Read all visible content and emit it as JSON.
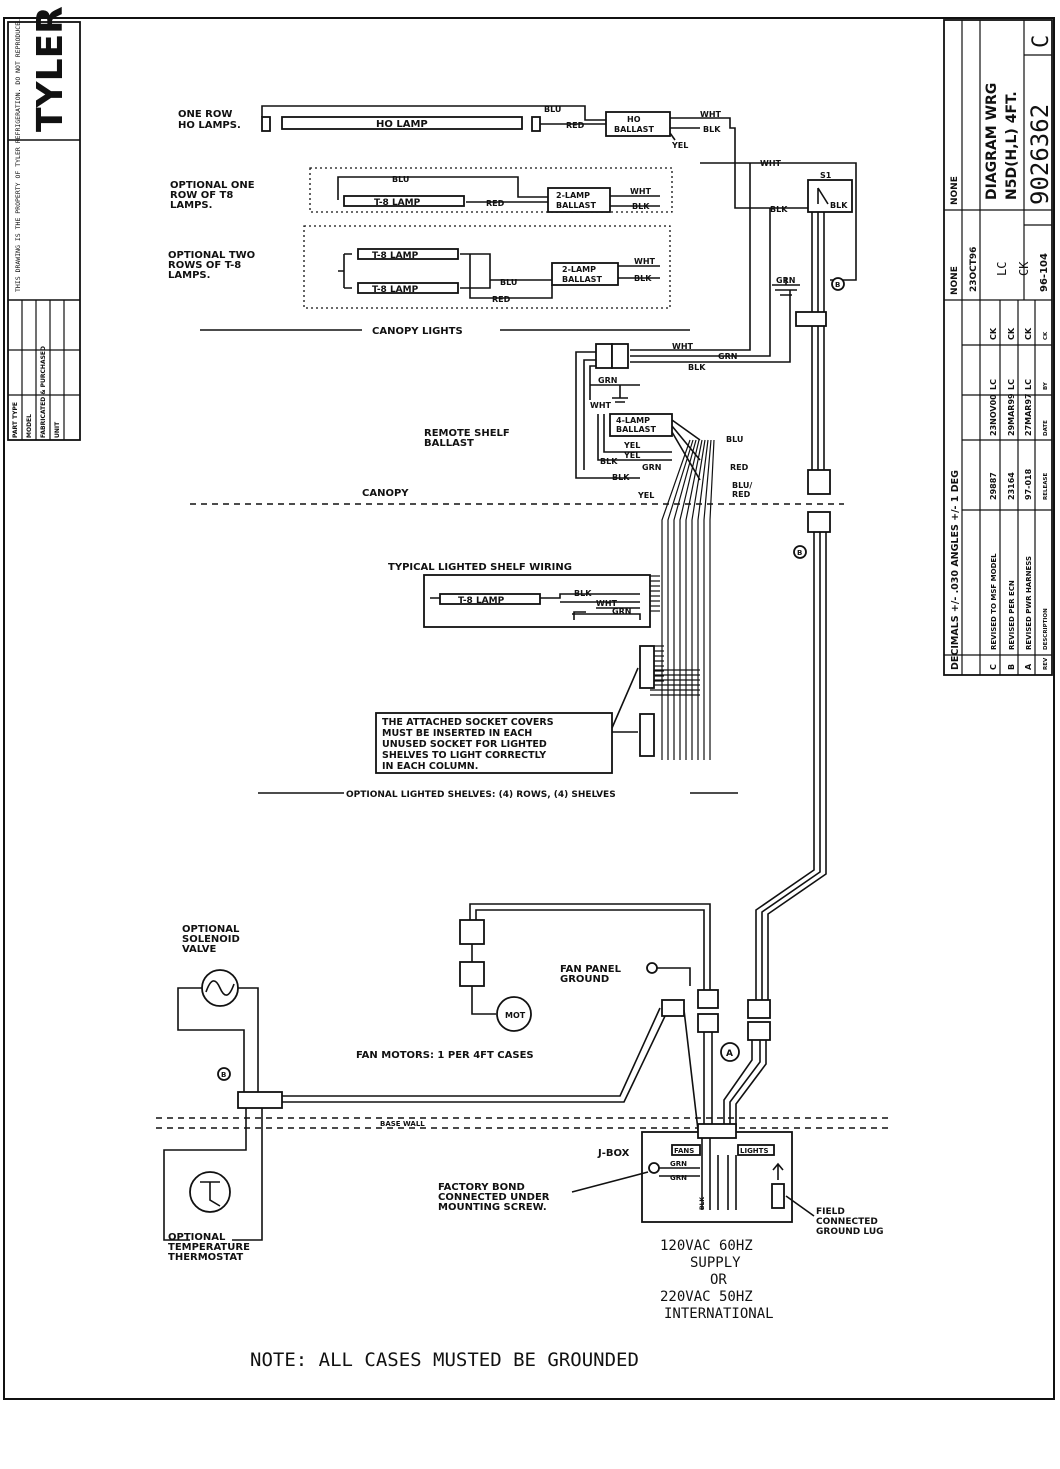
{
  "logo": "TYLER",
  "spec_block": {
    "note": "THIS DRAWING IS THE PROPERTY OF TYLER REFRIGERATION. DO NOT REPRODUCE.",
    "rows": [
      "PART TYPE",
      "MODEL",
      "FABRICATED & PURCHASED",
      "UNIT"
    ]
  },
  "title_block": {
    "title_line1": "DIAGRAM WRG",
    "title_line2": "N5D(H,L) 4FT.",
    "drawing_number": "9026362",
    "revision": "C",
    "scale": "NONE",
    "material": "NONE",
    "date": "23OCT96",
    "drawn_by": "LC",
    "checked_by": "CK",
    "sheet": "96-104",
    "tolerance": "DECIMALS +/- .030   ANGLES +/- 1 DEG",
    "revisions": [
      {
        "rev": "C",
        "desc": "REVISED TO MSF MODEL",
        "ecn": "29887",
        "date": "23NOV00",
        "by": "LC",
        "ck": "CK"
      },
      {
        "rev": "B",
        "desc": "REVISED PER ECN",
        "ecn": "23164",
        "date": "29MAR99",
        "by": "LC",
        "ck": "CK"
      },
      {
        "rev": "A",
        "desc": "REVISED PWR HARNESS",
        "ecn": "97-018",
        "date": "27MAR97",
        "by": "LC",
        "ck": "CK"
      }
    ],
    "rev_headers": [
      "REV",
      "DESCRIPTION",
      "RELEASE",
      "DATE",
      "BY",
      "CK"
    ]
  },
  "canopy_section": {
    "one_row_label": "ONE ROW\nHO LAMPS.",
    "ho_lamp": "HO LAMP",
    "ho_ballast": "HO\nBALLAST",
    "opt_one_row_label": "OPTIONAL ONE\nROW OF T8\nLAMPS.",
    "opt_two_rows_label": "OPTIONAL TWO\nROWS OF T-8\nLAMPS.",
    "t8_lamp": "T-8 LAMP",
    "ballast_2lamp": "2-LAMP\nBALLAST",
    "switch": "S1",
    "caption": "CANOPY LIGHTS"
  },
  "shelf_section": {
    "remote_label": "REMOTE SHELF\nBALLAST",
    "ballast_4lamp": "4-LAMP\nBALLAST",
    "canopy_line": "CANOPY",
    "typical_label": "TYPICAL LIGHTED SHELF WIRING",
    "note": "THE ATTACHED SOCKET COVERS\nMUST BE INSERTED IN EACH\nUNUSED SOCKET FOR LIGHTED\nSHELVES TO LIGHT CORRECTLY\nIN EACH COLUMN.",
    "caption": "OPTIONAL LIGHTED SHELVES: (4) ROWS, (4) SHELVES"
  },
  "wire_colors": {
    "blu": "BLU",
    "red": "RED",
    "wht": "WHT",
    "blk": "BLK",
    "yel": "YEL",
    "grn": "GRN",
    "blu_red": "BLU/\nRED"
  },
  "lower_section": {
    "solenoid_label": "OPTIONAL\nSOLENOID\nVALVE",
    "fan_panel_label": "FAN PANEL\nGROUND",
    "motor": "MOT",
    "fan_motors": "FAN MOTORS: 1 PER 4FT CASES",
    "base_wall": "BASE WALL",
    "jbox": "J-BOX",
    "jbox_fans": "FANS",
    "jbox_lights": "LIGHTS",
    "factory_bond": "FACTORY BOND\nCONNECTED UNDER\nMOUNTING SCREW.",
    "field_ground": "FIELD\nCONNECTED\nGROUND LUG",
    "thermostat_label": "OPTIONAL\nTEMPERATURE\nTHERMOSTAT",
    "supply": "120VAC   60HZ\nSUPPLY\nOR\n220VAC   50HZ\nINTERNATIONAL",
    "marker_a": "A",
    "marker_b": "B"
  },
  "footer_note": "NOTE:  ALL  CASES  MUSTED  BE  GROUNDED"
}
